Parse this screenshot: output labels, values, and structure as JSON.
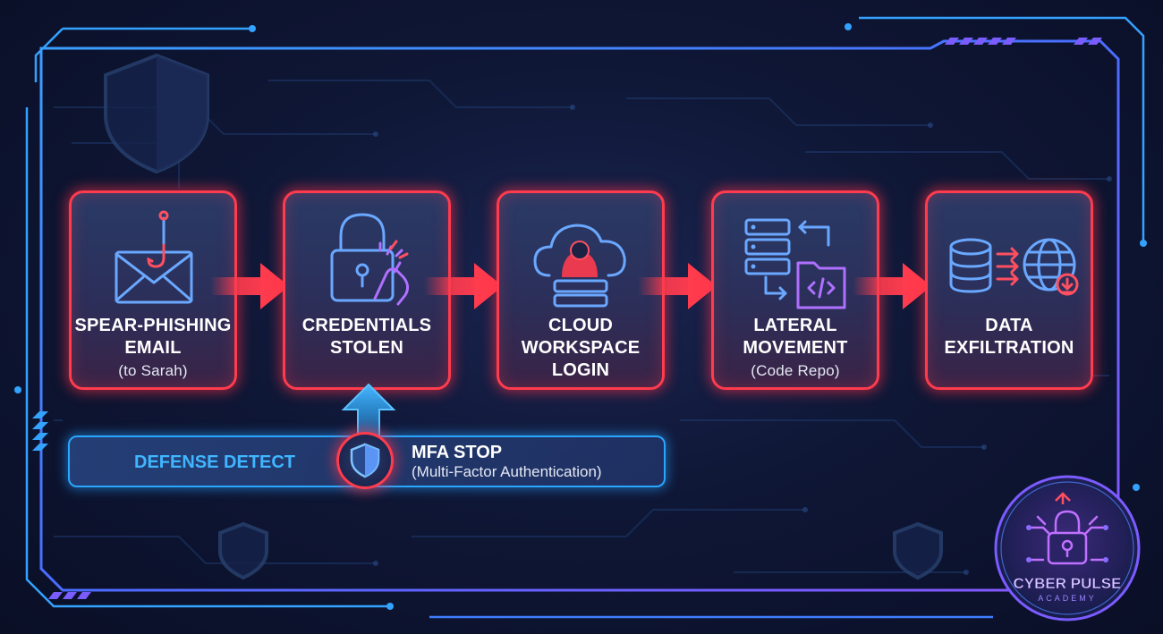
{
  "stages": [
    {
      "title_line1": "SPEAR-PHISHING",
      "title_line2": "EMAIL",
      "subtitle": "(to Sarah)",
      "icon": "phishing-email-icon"
    },
    {
      "title_line1": "CREDENTIALS",
      "title_line2": "STOLEN",
      "subtitle": "",
      "icon": "padlock-hand-icon"
    },
    {
      "title_line1": "CLOUD",
      "title_line2": "WORKSPACE",
      "title_line3": "LOGIN",
      "subtitle": "",
      "icon": "cloud-hacker-icon"
    },
    {
      "title_line1": "LATERAL",
      "title_line2": "MOVEMENT",
      "subtitle": "(Code Repo)",
      "icon": "server-code-folder-icon"
    },
    {
      "title_line1": "DATA",
      "title_line2": "EXFILTRATION",
      "subtitle": "",
      "icon": "database-globe-icon"
    }
  ],
  "defense": {
    "label": "DEFENSE DETECT",
    "mfa_title": "MFA STOP",
    "mfa_subtitle": "(Multi-Factor Authentication)",
    "icon": "shield-icon"
  },
  "logo": {
    "name_line1": "CYBER PULSE",
    "name_line2": "ACADEMY",
    "icon": "padlock-circuit-icon"
  },
  "colors": {
    "attack_red": "#ff3b4e",
    "defense_blue": "#2aa6ff",
    "background": "#0f1736",
    "frame_blue": "#3f7dff",
    "frame_purple": "#7a5cff"
  }
}
